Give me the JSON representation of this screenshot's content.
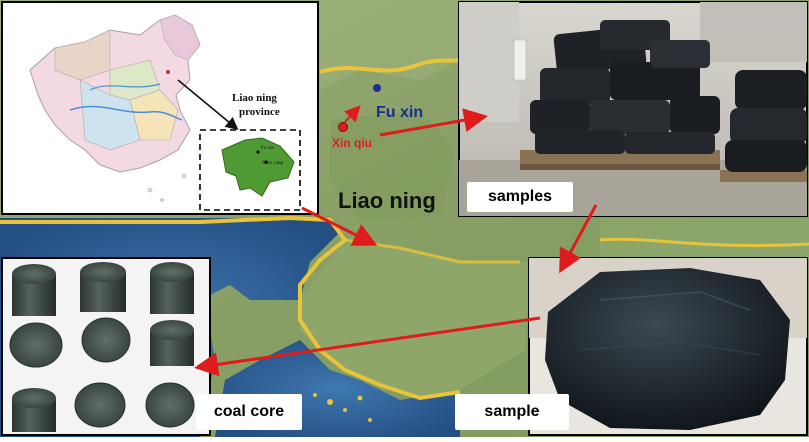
{
  "map_labels": {
    "province_caption_line1": "Liao ning",
    "province_caption_line2": "province",
    "inset_city1": "Fu xin",
    "inset_city2": "Shen yang",
    "city_fuxin": "Fu xin",
    "city_xinqiu": "Xin qiu",
    "region": "Liao ning"
  },
  "panels": {
    "samples_label": "samples",
    "sample_label": "sample",
    "coal_core_label": "coal core"
  },
  "colors": {
    "arrow": "#e01b1b",
    "fuxin_text": "#1a2f8a",
    "xinqiu_text": "#e01b1b",
    "province_fill": "#4f9a32",
    "sea": "#2c5e96",
    "land": "#8ea66a",
    "coast": "#e8c43a"
  }
}
